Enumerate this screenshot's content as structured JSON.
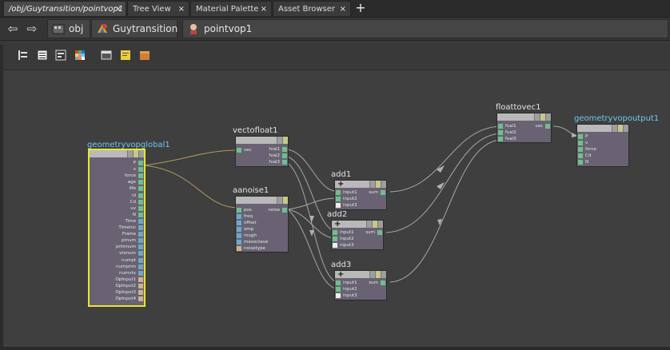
{
  "tabs": [
    {
      "label": "/obj/Guytransition/pointvop1",
      "active": true,
      "close": "×"
    },
    {
      "label": "Tree View",
      "active": false,
      "close": "×"
    },
    {
      "label": "Material Palette",
      "active": false,
      "close": "×"
    },
    {
      "label": "Asset Browser",
      "active": false,
      "close": "×"
    }
  ],
  "tab_add": "+",
  "nav": {
    "back": "⇦",
    "forward": "⇨"
  },
  "breadcrumbs": [
    {
      "label": "obj",
      "icon": "obj-icon"
    },
    {
      "label": "Guytransition",
      "icon": "geometry-icon"
    },
    {
      "label": "pointvop1",
      "icon": "pointvop-icon"
    }
  ],
  "toolbar_icons": [
    "tree-layout-icon",
    "list-view-icon",
    "parameter-icon",
    "grid-color-icon",
    "network-box-icon",
    "sticky-note-icon",
    "subnet-icon"
  ],
  "nodes": {
    "global": {
      "title": "geometryvopglobal1",
      "ports": [
        "P",
        "v",
        "force",
        "age",
        "life",
        "id",
        "Cd",
        "uv",
        "N",
        "Time",
        "TimeInc",
        "Frame",
        "ptnum",
        "primnum",
        "vtxnum",
        "numpt",
        "numprim",
        "numvtx",
        "OpInput1",
        "OpInput2",
        "OpInput3",
        "OpInput4"
      ]
    },
    "vectofloat": {
      "title": "vectofloat1",
      "inputs": [
        "vec"
      ],
      "outputs": [
        "fval1",
        "fval2",
        "fval3"
      ]
    },
    "noise": {
      "title": "aanoise1",
      "inputs": [
        "pos",
        "freq",
        "offset",
        "amp",
        "rough",
        "maxoctave",
        "noisetype"
      ],
      "outputs": [
        "noise"
      ]
    },
    "add1": {
      "title": "add1",
      "inputs": [
        "input1",
        "input2",
        "input3"
      ],
      "outputs": [
        "sum"
      ]
    },
    "add2": {
      "title": "add2",
      "inputs": [
        "input1",
        "input2",
        "input3"
      ],
      "outputs": [
        "sum"
      ]
    },
    "add3": {
      "title": "add3",
      "inputs": [
        "input1",
        "input2",
        "input3"
      ],
      "outputs": [
        "sum"
      ]
    },
    "floattovec": {
      "title": "floattovec1",
      "inputs": [
        "fval1",
        "fval2",
        "fval3"
      ],
      "outputs": [
        "vec"
      ]
    },
    "output": {
      "title": "geometryvopoutput1",
      "inputs": [
        "P",
        "v",
        "force",
        "Cd",
        "N"
      ]
    }
  },
  "colors": {
    "accent_highlight": "#e6e632",
    "node_body": "#686272",
    "title_blue": "#6ec9ef",
    "wire": "#a8a8a8",
    "wire_global": "#b09a5a"
  }
}
